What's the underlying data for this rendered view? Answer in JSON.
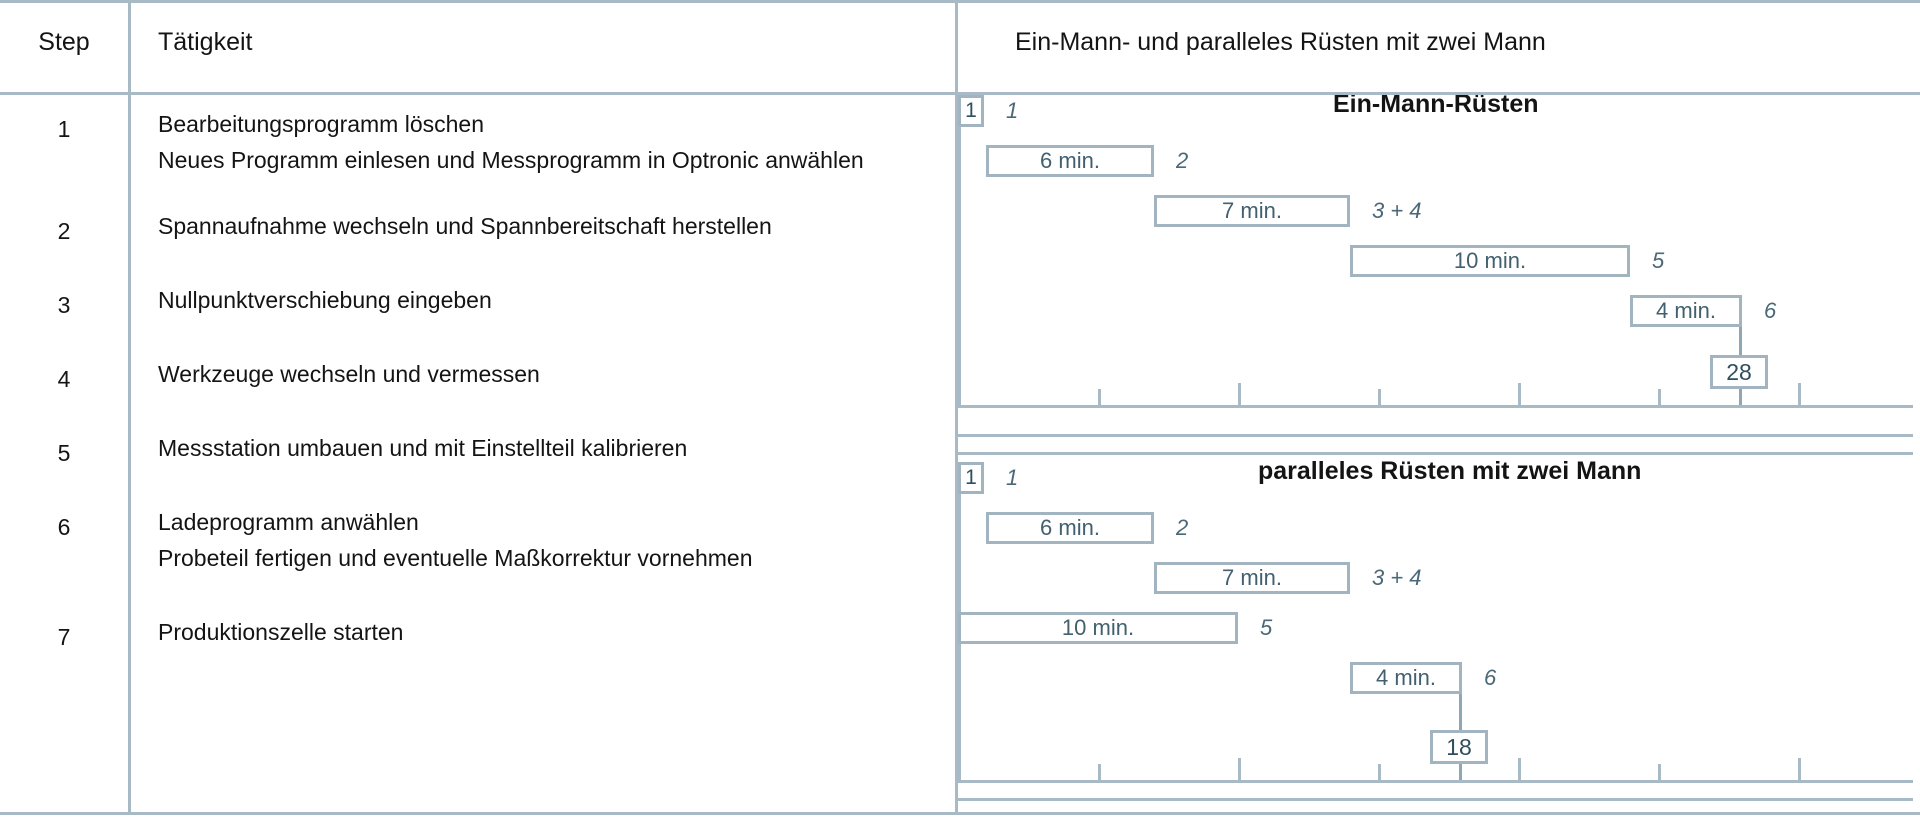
{
  "table": {
    "headers": {
      "step": "Step",
      "task": "Tätigkeit"
    },
    "rows": [
      {
        "step": "1",
        "lines": [
          "Bearbeitungsprogramm löschen",
          "Neues Programm einlesen und Messprogramm in Optronic anwählen"
        ]
      },
      {
        "step": "2",
        "lines": [
          "Spannaufnahme wechseln und Spannbereitschaft herstellen"
        ]
      },
      {
        "step": "3",
        "lines": [
          "Nullpunktverschiebung eingeben"
        ]
      },
      {
        "step": "4",
        "lines": [
          "Werkzeuge wechseln und vermessen"
        ]
      },
      {
        "step": "5",
        "lines": [
          "Messstation umbauen und mit Einstellteil kalibrieren"
        ]
      },
      {
        "step": "6",
        "lines": [
          "Ladeprogramm anwählen",
          "Probeteil fertigen und eventuelle Maßkorrektur vornehmen"
        ]
      },
      {
        "step": "7",
        "lines": [
          "Produktionszelle starten"
        ]
      }
    ]
  },
  "chart_panel": {
    "title": "Ein-Mann- und paralleles Rüsten mit zwei Mann"
  },
  "colors": {
    "rule": "#a8bac5",
    "bar_border": "#a1b4c0",
    "bar_text": "#42606f",
    "label_text": "#4a6878",
    "text": "#141414"
  },
  "chart_data": [
    {
      "type": "bar",
      "orientation": "horizontal-gantt",
      "title": "Ein-Mann-Rüsten",
      "xlabel": "",
      "ylabel": "",
      "xlim": [
        0,
        35
      ],
      "axis_unit": "min.",
      "tick_interval": 5,
      "grid": false,
      "total": {
        "label": "28",
        "value": 28
      },
      "tasks": [
        {
          "id": "1",
          "label": "1",
          "duration_label": "",
          "duration": 1,
          "start": 0,
          "show_duration_text": false
        },
        {
          "id": "2",
          "label": "2",
          "duration_label": "6 min.",
          "duration": 6,
          "start": 1,
          "show_duration_text": true
        },
        {
          "id": "3 + 4",
          "label": "3 + 4",
          "duration_label": "7 min.",
          "duration": 7,
          "start": 7,
          "show_duration_text": true
        },
        {
          "id": "5",
          "label": "5",
          "duration_label": "10 min.",
          "duration": 10,
          "start": 14,
          "show_duration_text": true
        },
        {
          "id": "6",
          "label": "6",
          "duration_label": "4 min.",
          "duration": 4,
          "start": 24,
          "show_duration_text": true
        }
      ]
    },
    {
      "type": "bar",
      "orientation": "horizontal-gantt",
      "title": "paralleles Rüsten mit zwei Mann",
      "xlabel": "",
      "ylabel": "",
      "xlim": [
        0,
        35
      ],
      "axis_unit": "min.",
      "tick_interval": 5,
      "grid": false,
      "total": {
        "label": "18",
        "value": 18
      },
      "tasks": [
        {
          "id": "1",
          "label": "1",
          "duration_label": "",
          "duration": 1,
          "start": 0,
          "show_duration_text": false
        },
        {
          "id": "2",
          "label": "2",
          "duration_label": "6 min.",
          "duration": 6,
          "start": 1,
          "show_duration_text": true
        },
        {
          "id": "3 + 4",
          "label": "3 + 4",
          "duration_label": "7 min.",
          "duration": 7,
          "start": 7,
          "show_duration_text": true
        },
        {
          "id": "6",
          "label": "6",
          "duration_label": "4 min.",
          "duration": 4,
          "start": 14,
          "show_duration_text": true
        },
        {
          "id": "5",
          "label": "5",
          "duration_label": "10 min.",
          "duration": 10,
          "start": 0,
          "show_duration_text": true
        }
      ]
    }
  ]
}
